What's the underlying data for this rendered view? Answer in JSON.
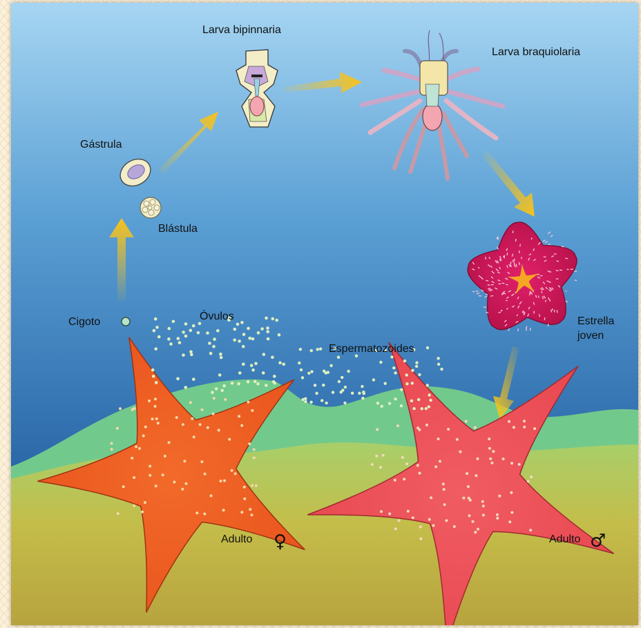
{
  "labels": {
    "larva_bipinnaria": "Larva bipinnaria",
    "larva_braquiolaria": "Larva braquiolaria",
    "gastrula": "Gástrula",
    "blastula": "Blástula",
    "cigoto": "Cigoto",
    "ovulos": "Óvulos",
    "espermatozoides": "Espermatozoides",
    "estrella_joven_line1": "Estrella",
    "estrella_joven_line2": "joven",
    "adulto_female": "Adulto",
    "adulto_male": "Adulto"
  },
  "symbols": {
    "female": "♀",
    "male": "♂"
  },
  "colors": {
    "sky_top": "#9fd0ee",
    "sea_deep": "#1f5a99",
    "seaweed": "#6fc98a",
    "sand": "#c9b54a",
    "arrow": "#f7c21c",
    "starfish_female": "#f05a22",
    "starfish_male": "#ee4d55",
    "young_star": "#c3164f",
    "gamete": "#dff0c0"
  }
}
